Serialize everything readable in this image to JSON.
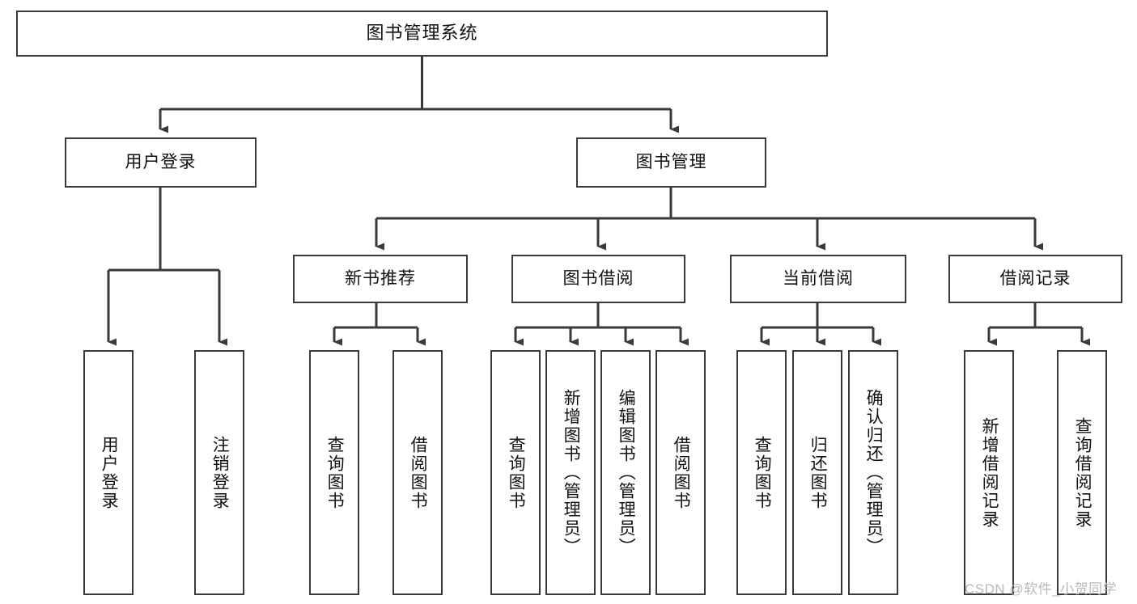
{
  "diagram": {
    "title": "图书管理系统",
    "type": "tree-hierarchy",
    "watermark": "CSDN @软件_小贺同学",
    "colors": {
      "node_border": "#3a3a3a",
      "node_fill": "#ffffff",
      "edge": "#3a3a3a",
      "text": "#111111",
      "watermark": "#b9b9b9",
      "background": "#ffffff"
    },
    "levels": {
      "root": {
        "label": "图书管理系统"
      },
      "level2": [
        {
          "id": "user-login",
          "label": "用户登录"
        },
        {
          "id": "book-manage",
          "label": "图书管理"
        }
      ],
      "level3": [
        {
          "id": "new-book-rec",
          "label": "新书推荐",
          "parent": "book-manage"
        },
        {
          "id": "book-borrow",
          "label": "图书借阅",
          "parent": "book-manage"
        },
        {
          "id": "current-borrow",
          "label": "当前借阅",
          "parent": "book-manage"
        },
        {
          "id": "borrow-record",
          "label": "借阅记录",
          "parent": "book-manage"
        }
      ],
      "leaves": [
        {
          "id": "leaf-user-login",
          "label": "用户登录",
          "parent": "user-login"
        },
        {
          "id": "leaf-logout",
          "label": "注销登录",
          "parent": "user-login"
        },
        {
          "id": "leaf-query-book-1",
          "label": "查询图书",
          "parent": "new-book-rec"
        },
        {
          "id": "leaf-borrow-book-1",
          "label": "借阅图书",
          "parent": "new-book-rec"
        },
        {
          "id": "leaf-query-book-2",
          "label": "查询图书",
          "parent": "book-borrow"
        },
        {
          "id": "leaf-add-book",
          "label": "新增图书（管理员）",
          "parent": "book-borrow"
        },
        {
          "id": "leaf-edit-book",
          "label": "编辑图书（管理员）",
          "parent": "book-borrow"
        },
        {
          "id": "leaf-borrow-book-2",
          "label": "借阅图书",
          "parent": "book-borrow"
        },
        {
          "id": "leaf-query-book-3",
          "label": "查询图书",
          "parent": "current-borrow"
        },
        {
          "id": "leaf-return-book",
          "label": "归还图书",
          "parent": "current-borrow"
        },
        {
          "id": "leaf-confirm-return",
          "label": "确认归还（管理员）",
          "parent": "current-borrow"
        },
        {
          "id": "leaf-add-record",
          "label": "新增借阅记录",
          "parent": "borrow-record"
        },
        {
          "id": "leaf-query-record",
          "label": "查询借阅记录",
          "parent": "borrow-record"
        }
      ]
    }
  }
}
